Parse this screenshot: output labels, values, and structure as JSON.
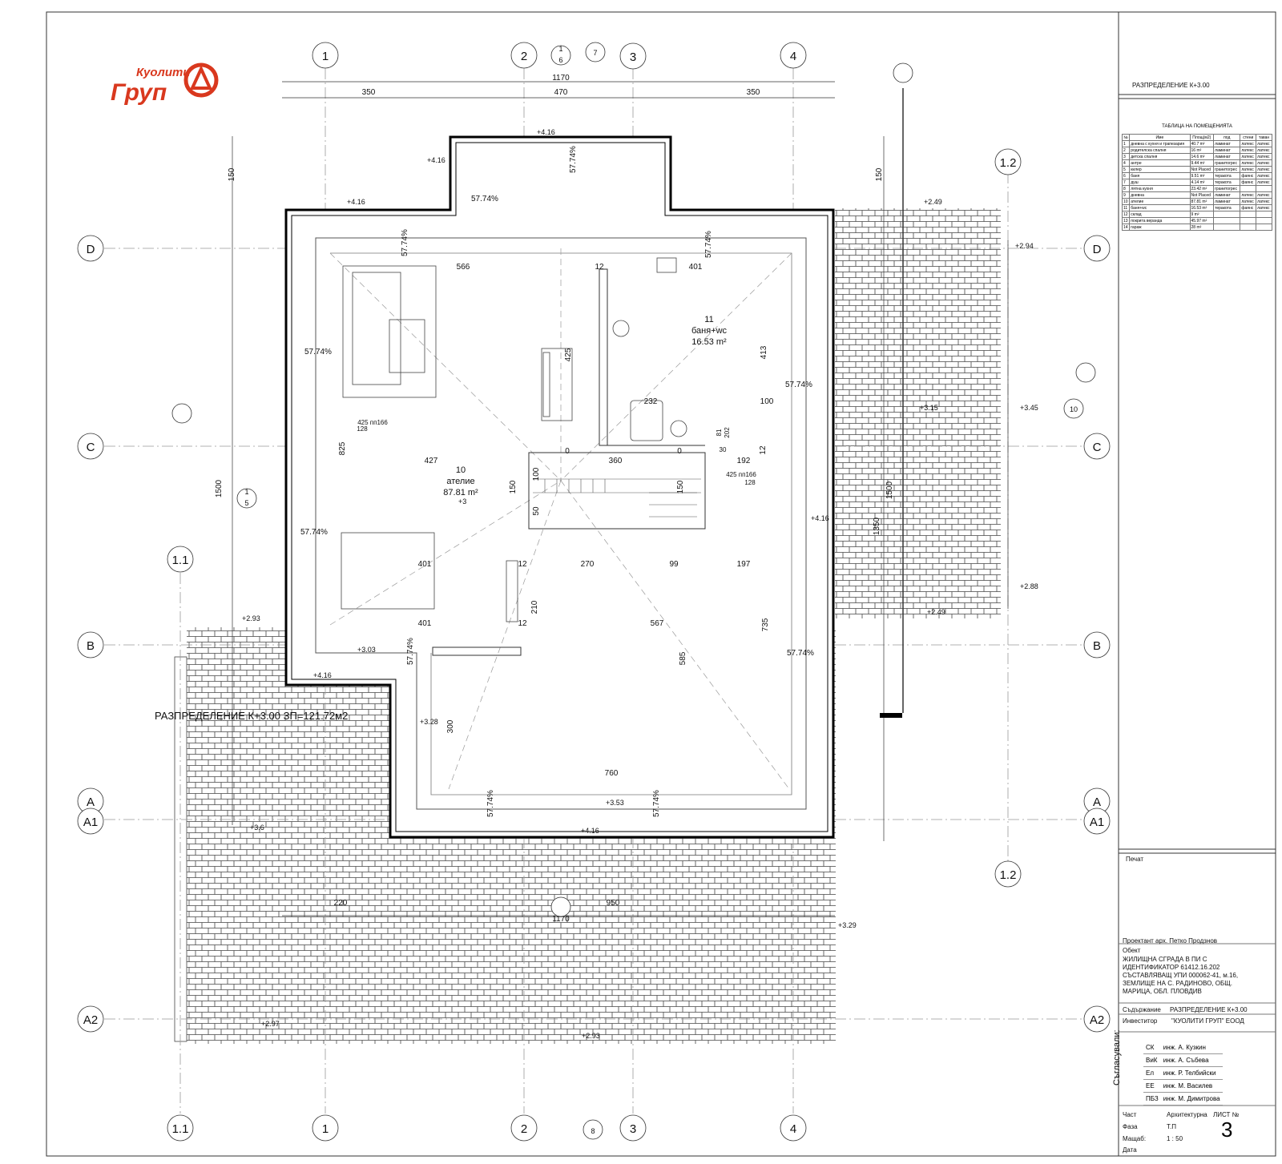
{
  "logo": {
    "line1": "Куолити",
    "line2": "Груп"
  },
  "grid": {
    "cols_top": [
      "1",
      "2",
      "3",
      "4"
    ],
    "cols_bottom": [
      "1.1",
      "1",
      "2",
      "3",
      "4"
    ],
    "rows_left": [
      "D",
      "C",
      "1.1",
      "B",
      "A",
      "A1",
      "A2"
    ],
    "rows_right": [
      "1.2",
      "D",
      "C",
      "B",
      "A",
      "A1",
      "1.2",
      "A2"
    ]
  },
  "dims": {
    "top_total": "1170",
    "top_a": "350",
    "top_b": "470",
    "top_c": "350",
    "bottom_total": "1170",
    "bottom_a": "220",
    "bottom_b": "950",
    "left_150": "150",
    "left_1500": "1500",
    "right_150": "150",
    "right_1500": "1500",
    "right_1350": "1350",
    "d566": "566",
    "d401a": "401",
    "d12a": "12",
    "d425": "425",
    "d413": "413",
    "d100a": "100",
    "d232": "232",
    "d825": "825",
    "d427": "427",
    "d360": "360",
    "d192": "192",
    "d12b": "12",
    "d150a": "150",
    "d100b": "100",
    "d50": "50",
    "d150b": "150",
    "d401b": "401",
    "d270": "270",
    "d99": "99",
    "d197": "197",
    "d12c": "12",
    "d210": "210",
    "d12d": "12",
    "d401c": "401",
    "d567": "567",
    "d735": "735",
    "d585": "585",
    "d300": "300",
    "d760": "760",
    "d81": "81",
    "d202": "202",
    "d0a": "0",
    "d0b": "0",
    "d30": "30",
    "w425a": "425 пп166",
    "w128a": "128",
    "w425b": "425 пп166",
    "w128b": "128"
  },
  "slopes": {
    "s": "57.74%"
  },
  "levels": {
    "l416": "+4.16",
    "l249": "+2.49",
    "l294": "+2.94",
    "l315": "+3.15",
    "l345": "+3.45",
    "l288": "+2.88",
    "l293": "+2.93",
    "l303": "+3.03",
    "l328": "+3.28",
    "l36": "+3.6",
    "l353": "+3.53",
    "l329": "+3.29",
    "l297": "+2.97",
    "l3": "+3"
  },
  "rooms": {
    "bath_no": "11",
    "bath_name": "баня+wc",
    "bath_area": "16.53 m²",
    "studio_no": "10",
    "studio_name": "ателие",
    "studio_area": "87.81 m²"
  },
  "plan_caption": "РАЗПРЕДЕЛЕНИЕ К+3.00 ЗП=121.72м2",
  "section_marks": {
    "m1": "1",
    "m6": "6",
    "m7": "7",
    "m5": "5",
    "m10": "10",
    "m8": "8",
    "m1b": "1"
  },
  "title_block": {
    "sheet_title": "РАЗПРЕДЕЛЕНИЕ К+3.00",
    "table_caption": "ТАБЛИЦА НА ПОМЕЩЕНИЯТА",
    "table_headers": [
      "№",
      "Име",
      "Площ(м2)",
      "под",
      "стени",
      "таван"
    ],
    "table_rows": [
      [
        "1",
        "дневна с кухня и трапезария",
        "40.7 m²",
        "ламинат",
        "латекс",
        "латекс"
      ],
      [
        "2",
        "родителска спалня",
        "16 m²",
        "ламинат",
        "латекс",
        "латекс"
      ],
      [
        "3",
        "детска спалня",
        "14.6 m²",
        "ламинат",
        "латекс",
        "латекс"
      ],
      [
        "4",
        "антре",
        "9.44 m²",
        "гранитогрес",
        "латекс",
        "латекс"
      ],
      [
        "5",
        "килер",
        "Not Placed",
        "гранитогрес",
        "латекс",
        "латекс"
      ],
      [
        "6",
        "баня",
        "9.51 m²",
        "теракота",
        "фаянс",
        "латекс"
      ],
      [
        "7",
        "душ",
        "4.14 m²",
        "теракота",
        "фаянс",
        "латекс"
      ],
      [
        "8",
        "лятна кухня",
        "23.42 m²",
        "гранитогрес",
        "",
        ""
      ],
      [
        "9",
        "дневна",
        "Not Placed",
        "ламинат",
        "латекс",
        "латекс"
      ],
      [
        "10",
        "ателие",
        "87.81 m²",
        "ламинат",
        "латекс",
        "латекс"
      ],
      [
        "11",
        "баня+wc",
        "16.53 m²",
        "теракота",
        "фаянс",
        "латекс"
      ],
      [
        "12",
        "склад",
        "9 m²",
        "",
        "",
        ""
      ],
      [
        "13",
        "покрита веранда",
        "45.97 m²",
        "",
        "",
        ""
      ],
      [
        "14",
        "гараж",
        "28 m²",
        "",
        "",
        ""
      ]
    ],
    "stamp": "Печат",
    "designer": "Проектант   арх. Петко Продзнов",
    "object_label": "Обект",
    "object_lines": [
      "ЖИЛИЩНА СГРАДА В ПИ С",
      "ИДЕНТИФИКАТОР 61412.16.202",
      "СЪСТАВЛЯВАЩ УПИ 000062-41, м.16,",
      "ЗЕМЛИЩЕ НА С. РАДИНОВО, ОБЩ.",
      "МАРИЦА, ОБЛ. ПЛОВДИВ"
    ],
    "content_label": "Съдържание",
    "content_value": "РАЗПРЕДЕЛЕНИЕ К+3.00",
    "investor_label": "Инвеститор",
    "investor_value": "\"КУОЛИТИ ГРУП\" ЕООД",
    "agreed": "Съгласували:",
    "signers": [
      [
        "СК",
        "инж. А. Кузкин"
      ],
      [
        "ВиК",
        "инж. А. Събева"
      ],
      [
        "Ел",
        "инж. Р. Телбийски"
      ],
      [
        "ЕЕ",
        "инж. М. Василев"
      ],
      [
        "ПБЗ",
        "инж. М. Димитрова"
      ]
    ],
    "part_label": "Част",
    "part_value": "Архитектурна",
    "sheet_label": "ЛИСТ №",
    "sheet_no": "3",
    "phase_label": "Фаза",
    "phase_value": "Т.П",
    "scale_label": "Мащаб:",
    "scale_value": "1 : 50",
    "date_label": "Дата"
  }
}
